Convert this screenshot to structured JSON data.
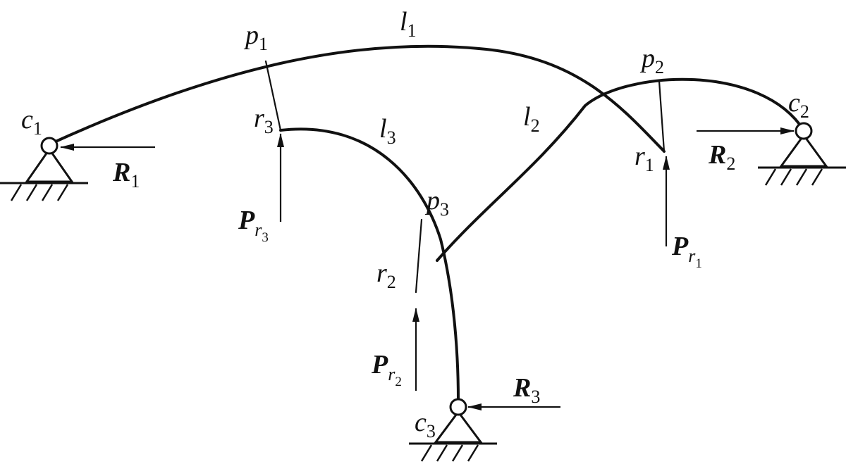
{
  "labels": {
    "l1": {
      "base": "l",
      "sub": "1"
    },
    "l2": {
      "base": "l",
      "sub": "2"
    },
    "l3": {
      "base": "l",
      "sub": "3"
    },
    "p1": {
      "base": "p",
      "sub": "1"
    },
    "p2": {
      "base": "p",
      "sub": "2"
    },
    "p3": {
      "base": "p",
      "sub": "3"
    },
    "r1": {
      "base": "r",
      "sub": "1"
    },
    "r2": {
      "base": "r",
      "sub": "2"
    },
    "r3": {
      "base": "r",
      "sub": "3"
    },
    "c1": {
      "base": "c",
      "sub": "1"
    },
    "c2": {
      "base": "c",
      "sub": "2"
    },
    "c3": {
      "base": "c",
      "sub": "3"
    },
    "R1": {
      "base": "R",
      "sub": "1"
    },
    "R2": {
      "base": "R",
      "sub": "2"
    },
    "R3": {
      "base": "R",
      "sub": "3"
    },
    "Pr1": {
      "base": "P",
      "sub": "r",
      "subsub": "1"
    },
    "Pr2": {
      "base": "P",
      "sub": "r",
      "subsub": "2"
    },
    "Pr3": {
      "base": "P",
      "sub": "r",
      "subsub": "3"
    }
  },
  "colors": {
    "ink": "#111111",
    "background": "#ffffff"
  }
}
